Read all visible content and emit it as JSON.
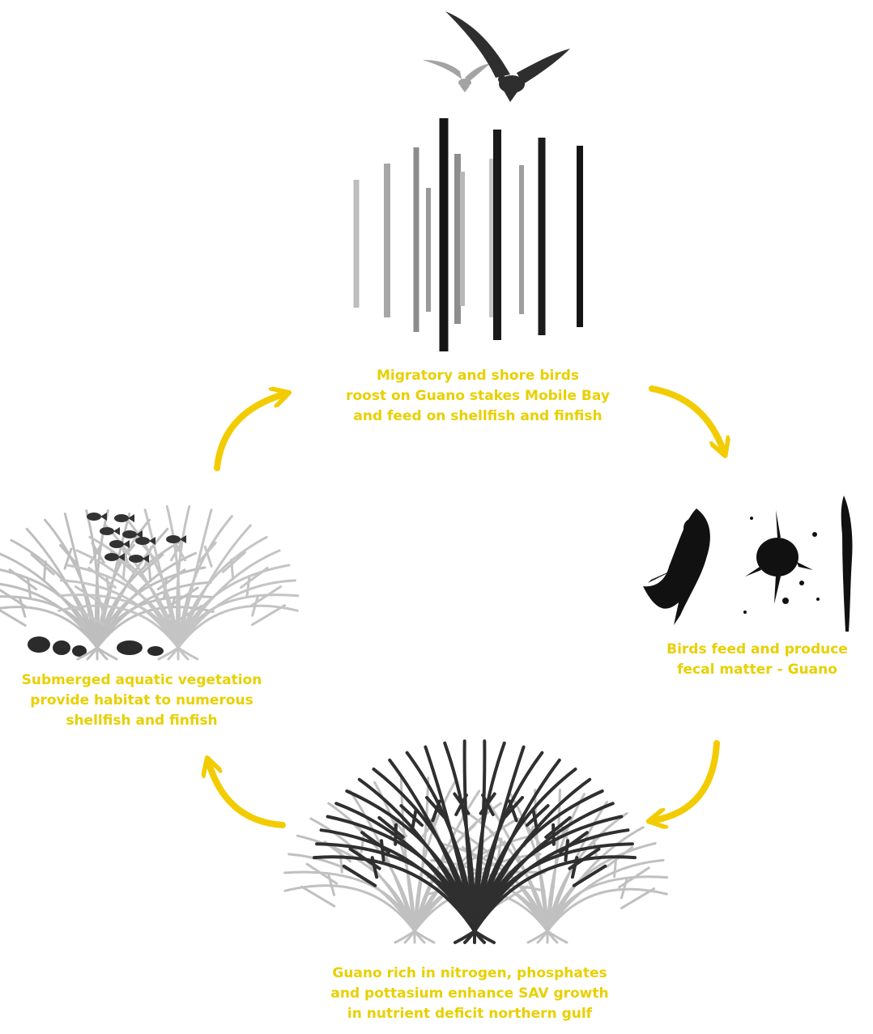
{
  "colors": {
    "accent_yellow": "#f2cc00",
    "caption_yellow": "#e8d000",
    "stake_dark": "#111111",
    "plant_gray": "#bdbdbd",
    "plant_dark": "#333333",
    "bird_dark": "#3a3a3a",
    "bird_light": "#9a9a9a"
  },
  "icons": {
    "birds": "flying-seabirds",
    "stakes": "guano-stakes",
    "guano": "guano-splatter",
    "sav_growth": "seagrass-cluster",
    "sav_habitat": "seagrass-with-fish"
  },
  "captions": {
    "birds": [
      "Migratory and shore birds",
      "roost on  Guano stakes Mobile Bay",
      "and feed on shellfish and finfish"
    ],
    "guano": [
      "Birds feed and produce",
      "fecal matter - Guano"
    ],
    "growth": [
      "Guano rich in nitrogen, phosphates",
      "and pottasium enhance SAV growth",
      "in nutrient deficit northern gulf"
    ],
    "sav": [
      "Submerged aquatic vegetation",
      "provide habitat to numerous",
      "shellfish and finfish"
    ]
  }
}
